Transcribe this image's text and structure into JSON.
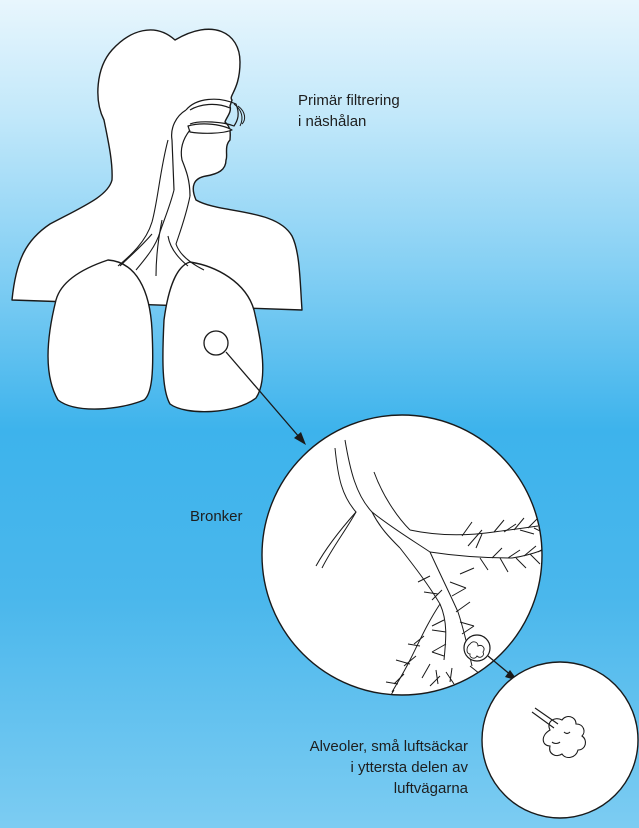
{
  "labels": {
    "primary_filtration": [
      "Primär filtrering",
      "i näshålan"
    ],
    "bronchi": "Bronker",
    "alveoli": [
      "Alveoler, små luftsäckar",
      "i yttersta delen av",
      "luftvägarna"
    ]
  },
  "colors": {
    "background_top": "#e8f6fd",
    "background_mid": "#3db3ec",
    "figure_fill": "#ffffff",
    "outline": "#1a1a1a"
  }
}
